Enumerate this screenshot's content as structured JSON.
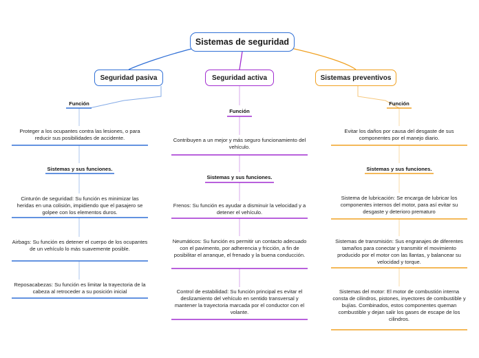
{
  "root": "Sistemas de seguridad",
  "branches": [
    {
      "title": "Seguridad pasiva",
      "color": "#2f6fd6",
      "label1": "Función",
      "text1": "Proteger a los ocupantes contra las lesiones, o para reducir sus posibilidades de accidente.",
      "label2": "Sistemas y sus funciones.",
      "items": [
        "Cinturón de seguridad: Su función es minimizar las heridas en una colisión, impidiendo que el pasajero se golpee con los elementos duros.",
        "Airbags: Su función es detener el cuerpo de los ocupantes de un vehículo lo más suavemente posible.",
        "Reposacabezas: Su función es limitar la trayectoria de la cabeza al retroceder a su posición inicial"
      ]
    },
    {
      "title": "Seguridad activa",
      "color": "#a12bd0",
      "label1": "Función",
      "text1": "Contribuyen a un mejor y más seguro funcionamiento del vehículo.",
      "label2": "Sistemas y sus funciones.",
      "items": [
        "Frenos: Su función es ayudar a disminuir la velocidad y a detener el vehículo.",
        "Neumáticos: Su función es permitir un contacto adecuado con el pavimento, por adherencia y fricción, a fin de posibilitar el arranque, el frenado y la buena conducción.",
        "Control de estabilidad: Su función principal es evitar el deslizamiento del vehículo en sentido transversal y mantener la trayectoria marcada por el conductor con el volante."
      ]
    },
    {
      "title": "Sistemas preventivos",
      "color": "#f0a020",
      "label1": "Función",
      "text1": "Evitar los daños por causa del desgaste de sus componentes por el manejo diario.",
      "label2": "Sistemas y sus funciones.",
      "items": [
        "Sistema de lubricación: Se encarga de lubricar los componentes internos del motor, para así evitar su desgaste y deterioro prematuro",
        "Sistemas de transmisión:  Sus engranajes de diferentes tamaños para conectar y transmitir el movimiento producido por el motor con las llantas, y balancear su velocidad y torque.",
        "Sistemas del motor: El motor de combustión interna consta de cilindros, pistones, inyectores de combustible y bujías. Combinados, estos componentes queman combustible y dejan salir los gases de escape de los cilindros."
      ]
    }
  ]
}
